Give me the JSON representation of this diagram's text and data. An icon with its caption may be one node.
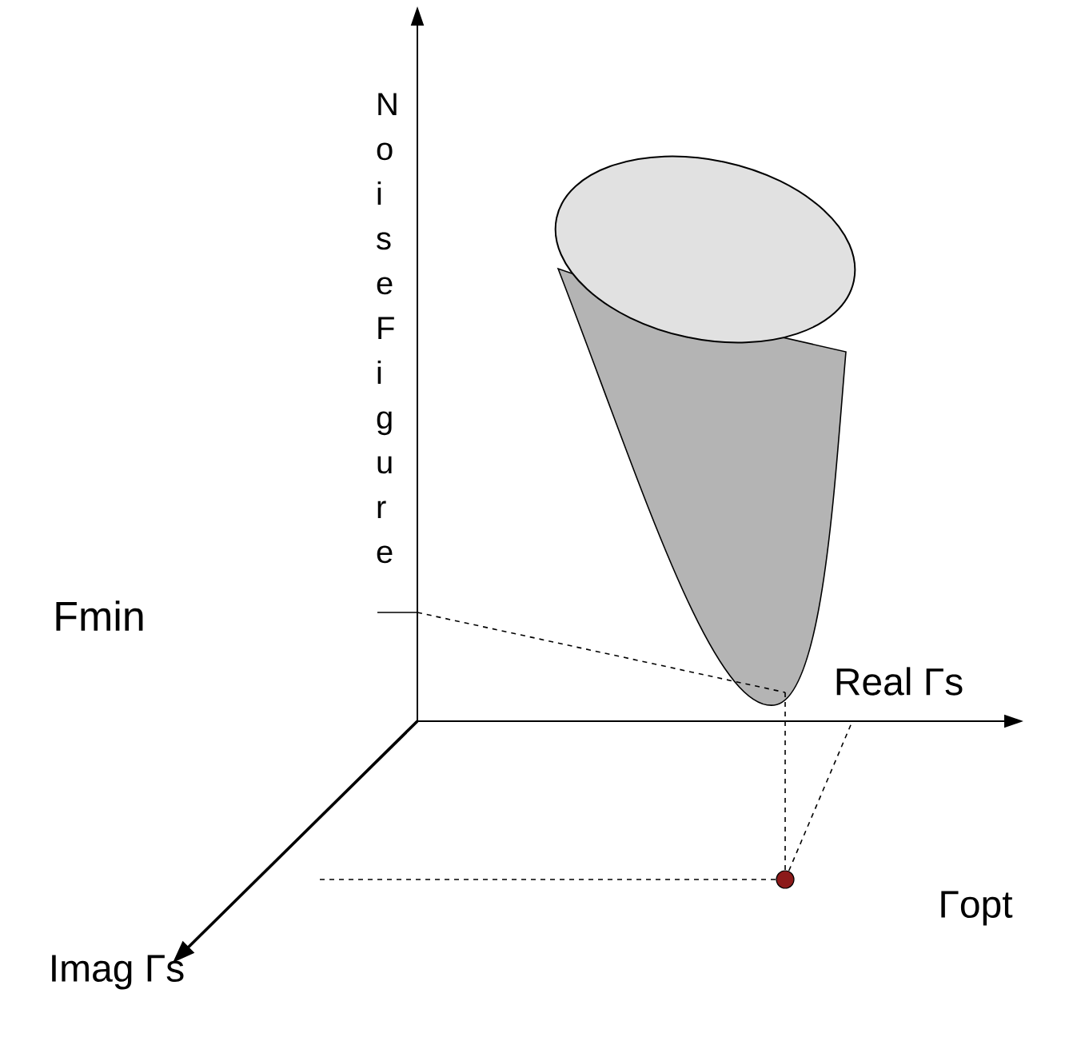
{
  "diagram": {
    "labels": [
      "Noise Figure",
      "Fmin",
      "Real Γs",
      "Imag Γs",
      "Γopt"
    ]
  }
}
